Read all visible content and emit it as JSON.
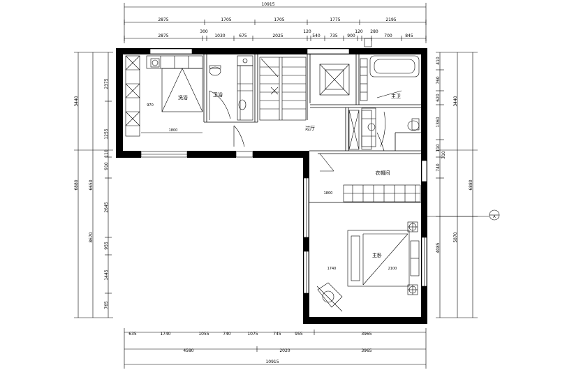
{
  "dimensions": {
    "top_total": "10915",
    "top_row1": [
      "2875",
      "1705",
      "1705",
      "1775",
      "2195"
    ],
    "top_row2": [
      "2875",
      "300",
      "1030",
      "675",
      "2025",
      "120",
      "540",
      "735",
      "900",
      "120",
      "280",
      "700",
      "845"
    ],
    "bottom_row1": [
      "635",
      "1740",
      "1055",
      "740",
      "1075",
      "745",
      "955",
      "3965"
    ],
    "bottom_row2": [
      "4580",
      "2020",
      "3965"
    ],
    "bottom_total": "10915",
    "left_outer": [
      "3440",
      "6880"
    ],
    "left_inner": [
      "2375",
      "1255",
      "110",
      "910",
      "2645",
      "955",
      "1445",
      "765"
    ],
    "left_tall": [
      "6650",
      "8670"
    ],
    "right_inner": [
      "410",
      "760",
      "620",
      "1360",
      "110",
      "310",
      "740",
      "4085"
    ],
    "right_outer": [
      "3440",
      "6880",
      "5870"
    ]
  },
  "rooms": {
    "room_a": "洗浴",
    "room_b": "卫浴",
    "corridor": "过厅",
    "room_c": "主卫",
    "closet": "衣帽间",
    "master": "主卧"
  },
  "interior_dims": {
    "d1": "970",
    "d2": "1800",
    "d3": "1800",
    "d4": "1740",
    "d5": "2100"
  },
  "symbol": "A"
}
